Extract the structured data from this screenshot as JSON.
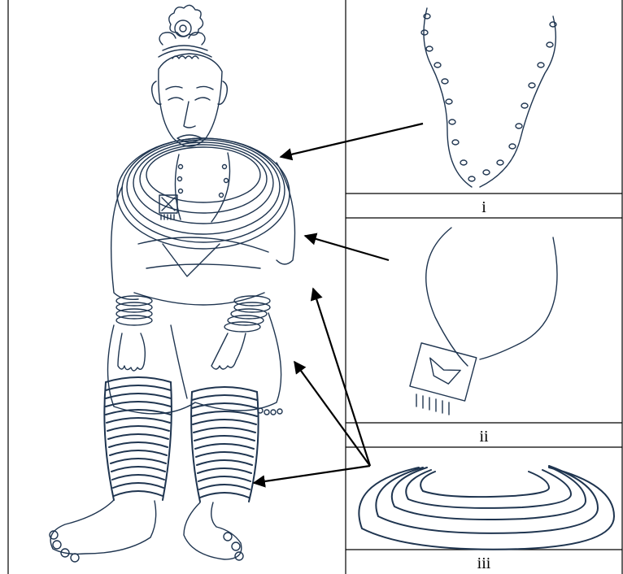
{
  "panels": [
    {
      "label": "i"
    },
    {
      "label": "ii"
    },
    {
      "label": "iii"
    }
  ],
  "colors": {
    "ink": "#1f3550",
    "frame": "#000000",
    "background": "#ffffff"
  }
}
